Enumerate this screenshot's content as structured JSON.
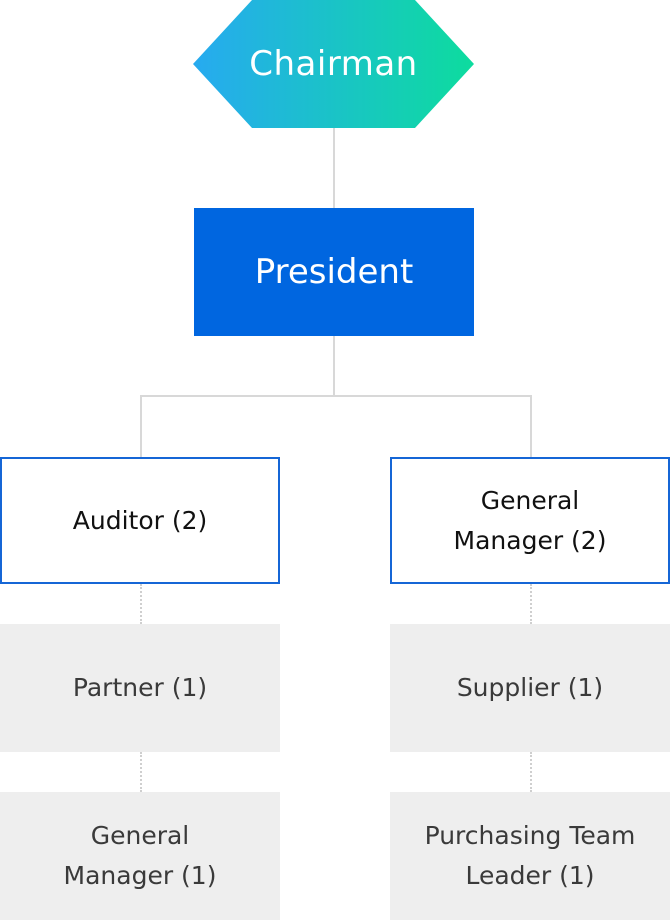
{
  "colors": {
    "chairman_gradient_start": "#27aaf0",
    "chairman_gradient_end": "#0ddc9e",
    "president": "#0066e0",
    "outline": "#1566d6",
    "level3_fill": "#eeeeee"
  },
  "chart": {
    "chairman": "Chairman",
    "president": "President",
    "left_branch": {
      "head": "Auditor (2)",
      "level2": "Partner (1)",
      "level3": "General Manager (1)"
    },
    "right_branch": {
      "head": "General Manager (2)",
      "level2": "Supplier (1)",
      "level3": "Purchasing Team Leader (1)"
    }
  }
}
